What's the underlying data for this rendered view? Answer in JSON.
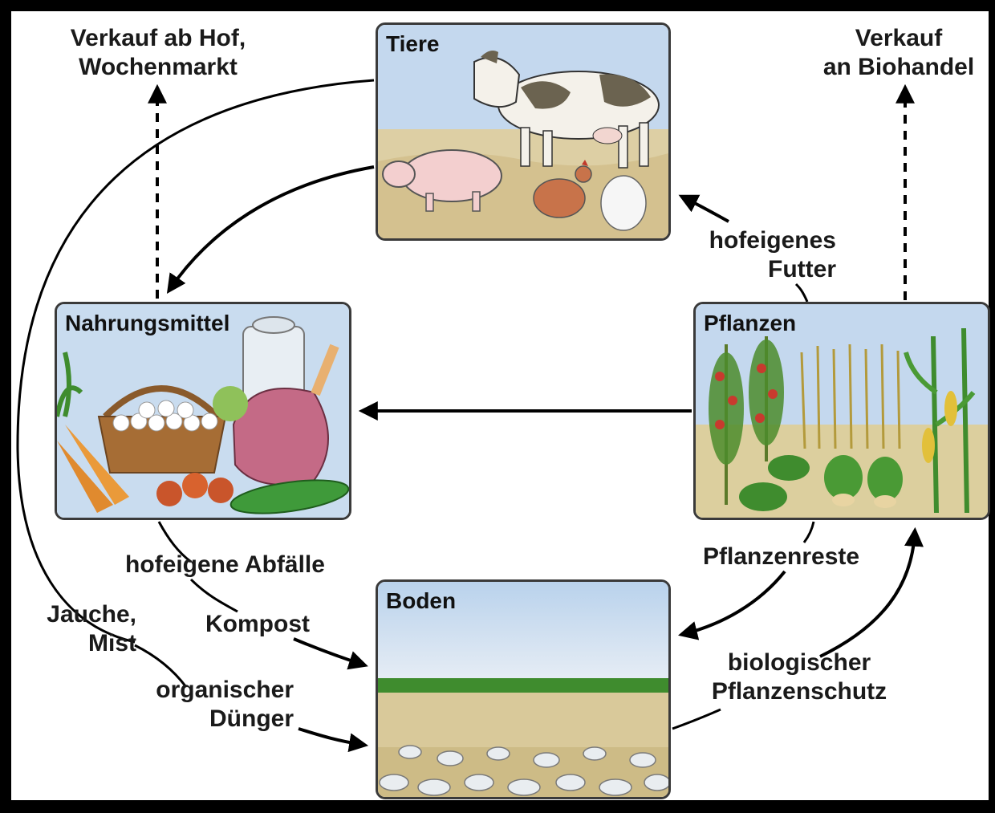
{
  "boxes": {
    "tiere": "Tiere",
    "nahrung": "Nahrungsmittel",
    "pflanzen": "Pflanzen",
    "boden": "Boden"
  },
  "labels": {
    "verkauf_hof_1": "Verkauf ab Hof,",
    "verkauf_hof_2": "Wochenmarkt",
    "verkauf_bio_1": "Verkauf",
    "verkauf_bio_2": "an Biohandel",
    "futter_1": "hofeigenes",
    "futter_2": "Futter",
    "abfaelle": "hofeigene Abfälle",
    "jauche_1": "Jauche,",
    "jauche_2": "Mist",
    "kompost": "Kompost",
    "duenger_1": "organischer",
    "duenger_2": "Dünger",
    "pflanzenreste": "Pflanzenreste",
    "schutz_1": "biologischer",
    "schutz_2": "Pflanzenschutz"
  },
  "colors": {
    "arrow": "#000000",
    "sky": "#b9d2ec",
    "ground": "#d9c99a",
    "grass": "#3f8c2e"
  }
}
